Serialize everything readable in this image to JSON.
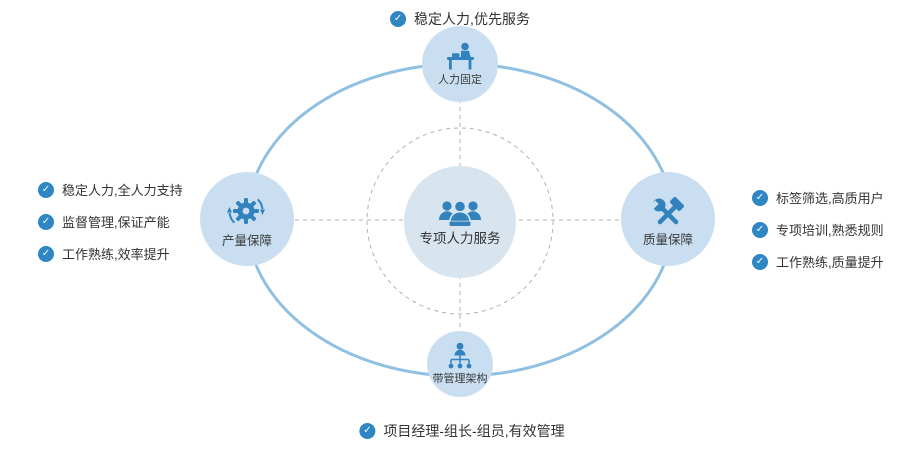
{
  "colors": {
    "accent": "#3282bd",
    "check_badge": "#2e86c2",
    "ellipse_stroke": "#8fc0e1",
    "outer_node_fill": "#c9dff1",
    "center_node_fill": "#d8e4ee",
    "text": "#333333"
  },
  "icons": {
    "check_glyph": "✓",
    "center": "people-group-icon",
    "top": "person-at-desk-icon",
    "left": "gear-sync-icon",
    "right": "wrench-hammer-icon",
    "bottom": "org-structure-icon"
  },
  "top_note": {
    "text": "稳定人力,优先服务"
  },
  "bottom_note": {
    "text": "项目经理-组长-组员,有效管理"
  },
  "center_node": {
    "label": "专项人力服务"
  },
  "nodes": {
    "top": {
      "label": "人力固定"
    },
    "left": {
      "label": "产量保障"
    },
    "right": {
      "label": "质量保障"
    },
    "bottom": {
      "label": "带管理架构"
    }
  },
  "left_points": [
    "稳定人力,全人力支持",
    "监督管理,保证产能",
    "工作熟练,效率提升"
  ],
  "right_points": [
    "标签筛选,高质用户",
    "专项培训,熟悉规则",
    "工作熟练,质量提升"
  ]
}
